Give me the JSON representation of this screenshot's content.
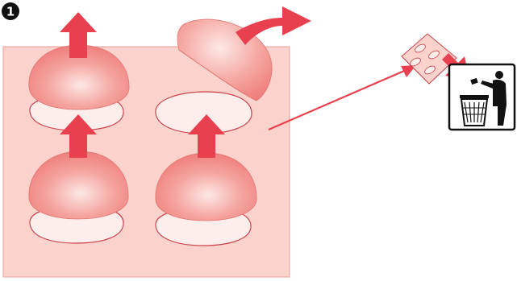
{
  "step": {
    "number": "1"
  },
  "colors": {
    "blister_backing": "#fcd2cc",
    "blister_border": "#e8a09a",
    "dome": "#ef7f7c",
    "dome_highlight": "#fde8e6",
    "cavity_fill": "#fdeeec",
    "cavity_stroke": "#c9424b",
    "arrow": "#e8404f",
    "trash_icon": "#111111"
  },
  "icons": {
    "step_badge": "number-badge-icon",
    "lift_arrow": "up-arrow-icon",
    "peel_arrow": "curved-arrow-icon",
    "pointer_arrow": "long-arrow-icon",
    "discard_arrow": "down-right-arrow-icon",
    "blister_pack": "blister-pack-icon",
    "dispose": "trash-disposal-icon"
  },
  "domes": [
    {
      "id": "top-left",
      "state": "lifting"
    },
    {
      "id": "top-right",
      "state": "peeled-off"
    },
    {
      "id": "bottom-left",
      "state": "lifting"
    },
    {
      "id": "bottom-right",
      "state": "lifting"
    }
  ]
}
